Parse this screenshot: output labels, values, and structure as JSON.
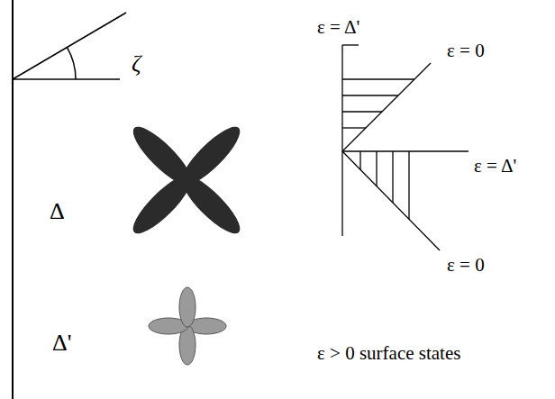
{
  "diagram": {
    "labels": [
      "ζ",
      "Δ",
      "Δ'",
      "ε = Δ'",
      "ε = 0",
      "ε = Δ'",
      "ε = 0",
      "ε > 0 surface states"
    ]
  }
}
